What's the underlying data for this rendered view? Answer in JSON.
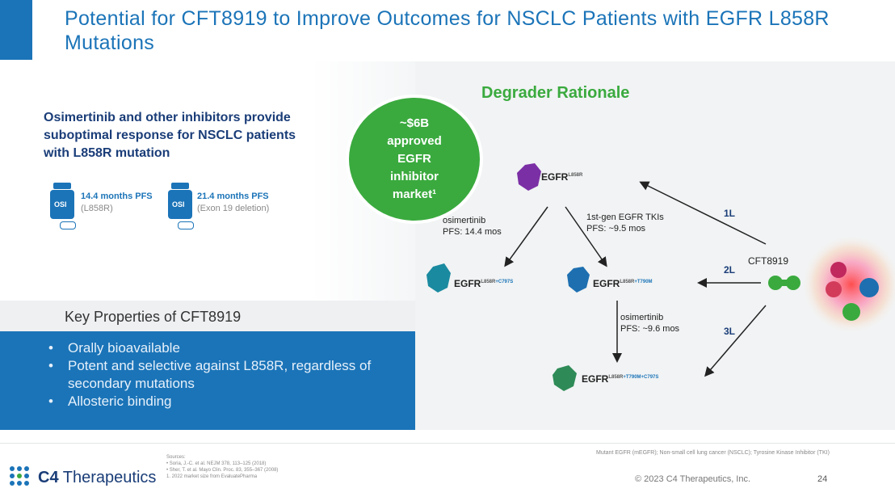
{
  "slide": {
    "title": "Potential for CFT8919 to Improve Outcomes for NSCLC Patients with EGFR L858R Mutations"
  },
  "left": {
    "headline": "Osimertinib and other inhibitors provide suboptimal response for NSCLC patients with L858R mutation",
    "osi_items": [
      {
        "label": "OSI",
        "value": "14.4 months PFS",
        "sub": "(L858R)"
      },
      {
        "label": "OSI",
        "value": "21.4 months PFS",
        "sub": "(Exon 19 deletion)"
      }
    ],
    "key_props_title": "Key Properties of CFT8919",
    "key_props": [
      "Orally bioavailable",
      "Potent and selective against L858R, regardless of secondary mutations",
      "Allosteric binding"
    ]
  },
  "market": {
    "line1": "~$6B",
    "line2": "approved",
    "line3": "EGFR",
    "line4": "inhibitor",
    "line5": "market¹"
  },
  "diagram": {
    "title": "Degrader Rationale",
    "top_node": {
      "base": "EGFR",
      "sup": "L858R"
    },
    "left_node": {
      "base": "EGFR",
      "sup": "L858R",
      "mut": "+C797S"
    },
    "mid_node": {
      "base": "EGFR",
      "sup": "L858R",
      "mut": "+T790M"
    },
    "bottom_node": {
      "base": "EGFR",
      "sup": "L858R",
      "mut": "+T790M+C797S"
    },
    "ann_left_1": "osimertinib",
    "ann_left_2": "PFS: 14.4 mos",
    "ann_right_1": "1st-gen EGFR TKIs",
    "ann_right_2": "PFS: ~9.5 mos",
    "ann_mid_1": "osimertinib",
    "ann_mid_2": "PFS: ~9.6 mos",
    "line_1L": "1L",
    "line_2L": "2L",
    "line_3L": "3L",
    "cft_label": "CFT8919",
    "colors": {
      "purple": "#7b2fa5",
      "teal": "#1a8aa0",
      "blue": "#1d6fb0",
      "green": "#3aaa3e",
      "dark_green": "#2e8b57"
    }
  },
  "footer": {
    "logo_bold": "C4",
    "logo_rest": " Therapeutics",
    "sources_title": "Sources:",
    "sources": [
      "•   Soria, J.-C. et al. NEJM 378, 113–125 (2018)",
      "•   Sher, T. et al. Mayo Clin. Proc. 83, 355–367 (2008)",
      "1.   2022 market size from EvaluatePharma"
    ],
    "abbreviations": "Mutant EGFR (mEGFR); Non-small cell lung cancer (NSCLC); Tyrosine Kinase Inhibitor (TKI)",
    "copyright": "© 2023 C4 Therapeutics, Inc.",
    "page_number": "24"
  }
}
